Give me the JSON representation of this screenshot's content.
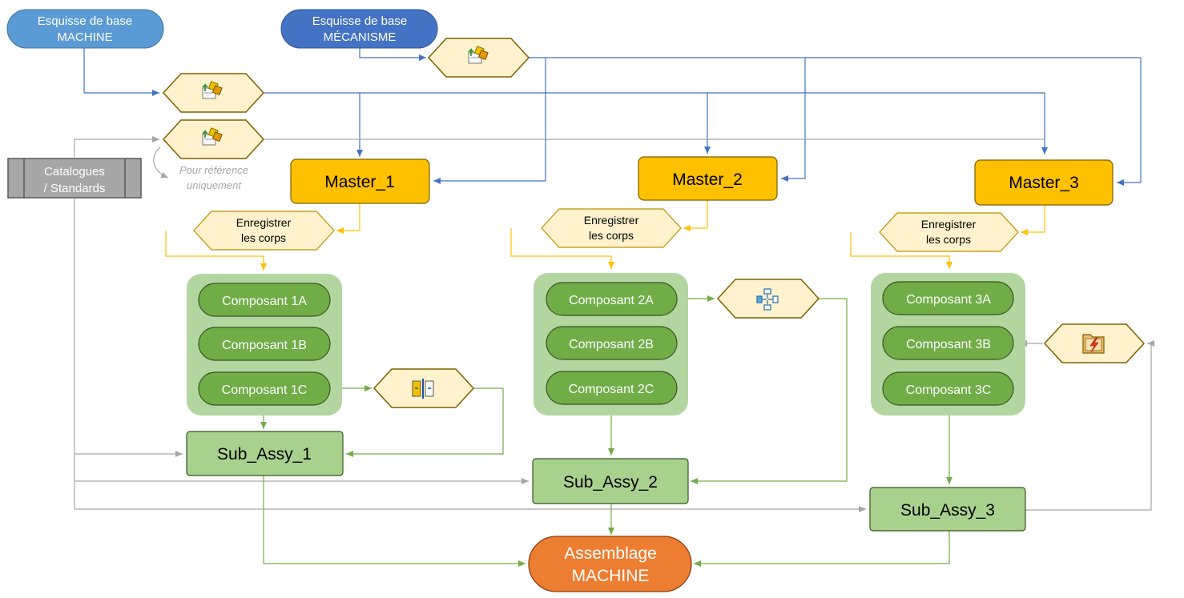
{
  "sketches": {
    "machine": {
      "line1": "Esquisse de base",
      "line2": "MACHINE"
    },
    "mecanisme": {
      "line1": "Esquisse de base",
      "line2": "MÉCANISME"
    }
  },
  "catalog": {
    "line1": "Catalogues",
    "line2": "/ Standards"
  },
  "note": {
    "line1": "Pour référence",
    "line2": "uniquement"
  },
  "masters": [
    "Master_1",
    "Master_2",
    "Master_3"
  ],
  "save_bodies": {
    "line1": "Enregistrer",
    "line2": "les corps"
  },
  "components": [
    [
      "Composant 1A",
      "Composant 1B",
      "Composant 1C"
    ],
    [
      "Composant 2A",
      "Composant 2B",
      "Composant 2C"
    ],
    [
      "Composant 3A",
      "Composant 3B",
      "Composant 3C"
    ]
  ],
  "subassemblies": [
    "Sub_Assy_1",
    "Sub_Assy_2",
    "Sub_Assy_3"
  ],
  "final_assembly": {
    "line1": "Assemblage",
    "line2": "MACHINE"
  },
  "icons": {
    "insert_sketch": "insert-sketch-icon",
    "mirror": "mirror-component-icon",
    "pattern": "pattern-component-icon",
    "derive": "derived-part-icon"
  },
  "colors": {
    "sketch_machine": "#5b9bd5",
    "sketch_mecanisme": "#4472c4",
    "master": "#ffc000",
    "component": "#70ad47",
    "group_bg": "#b3d5a0",
    "subassy": "#a9d18e",
    "final": "#ed7d31",
    "hexagon": "#fff2cc",
    "catalog": "#a6a6a6",
    "line_blue": "#4472c4",
    "line_gray": "#a6a6a6",
    "line_yellow": "#ffc000",
    "line_green": "#70ad47"
  }
}
